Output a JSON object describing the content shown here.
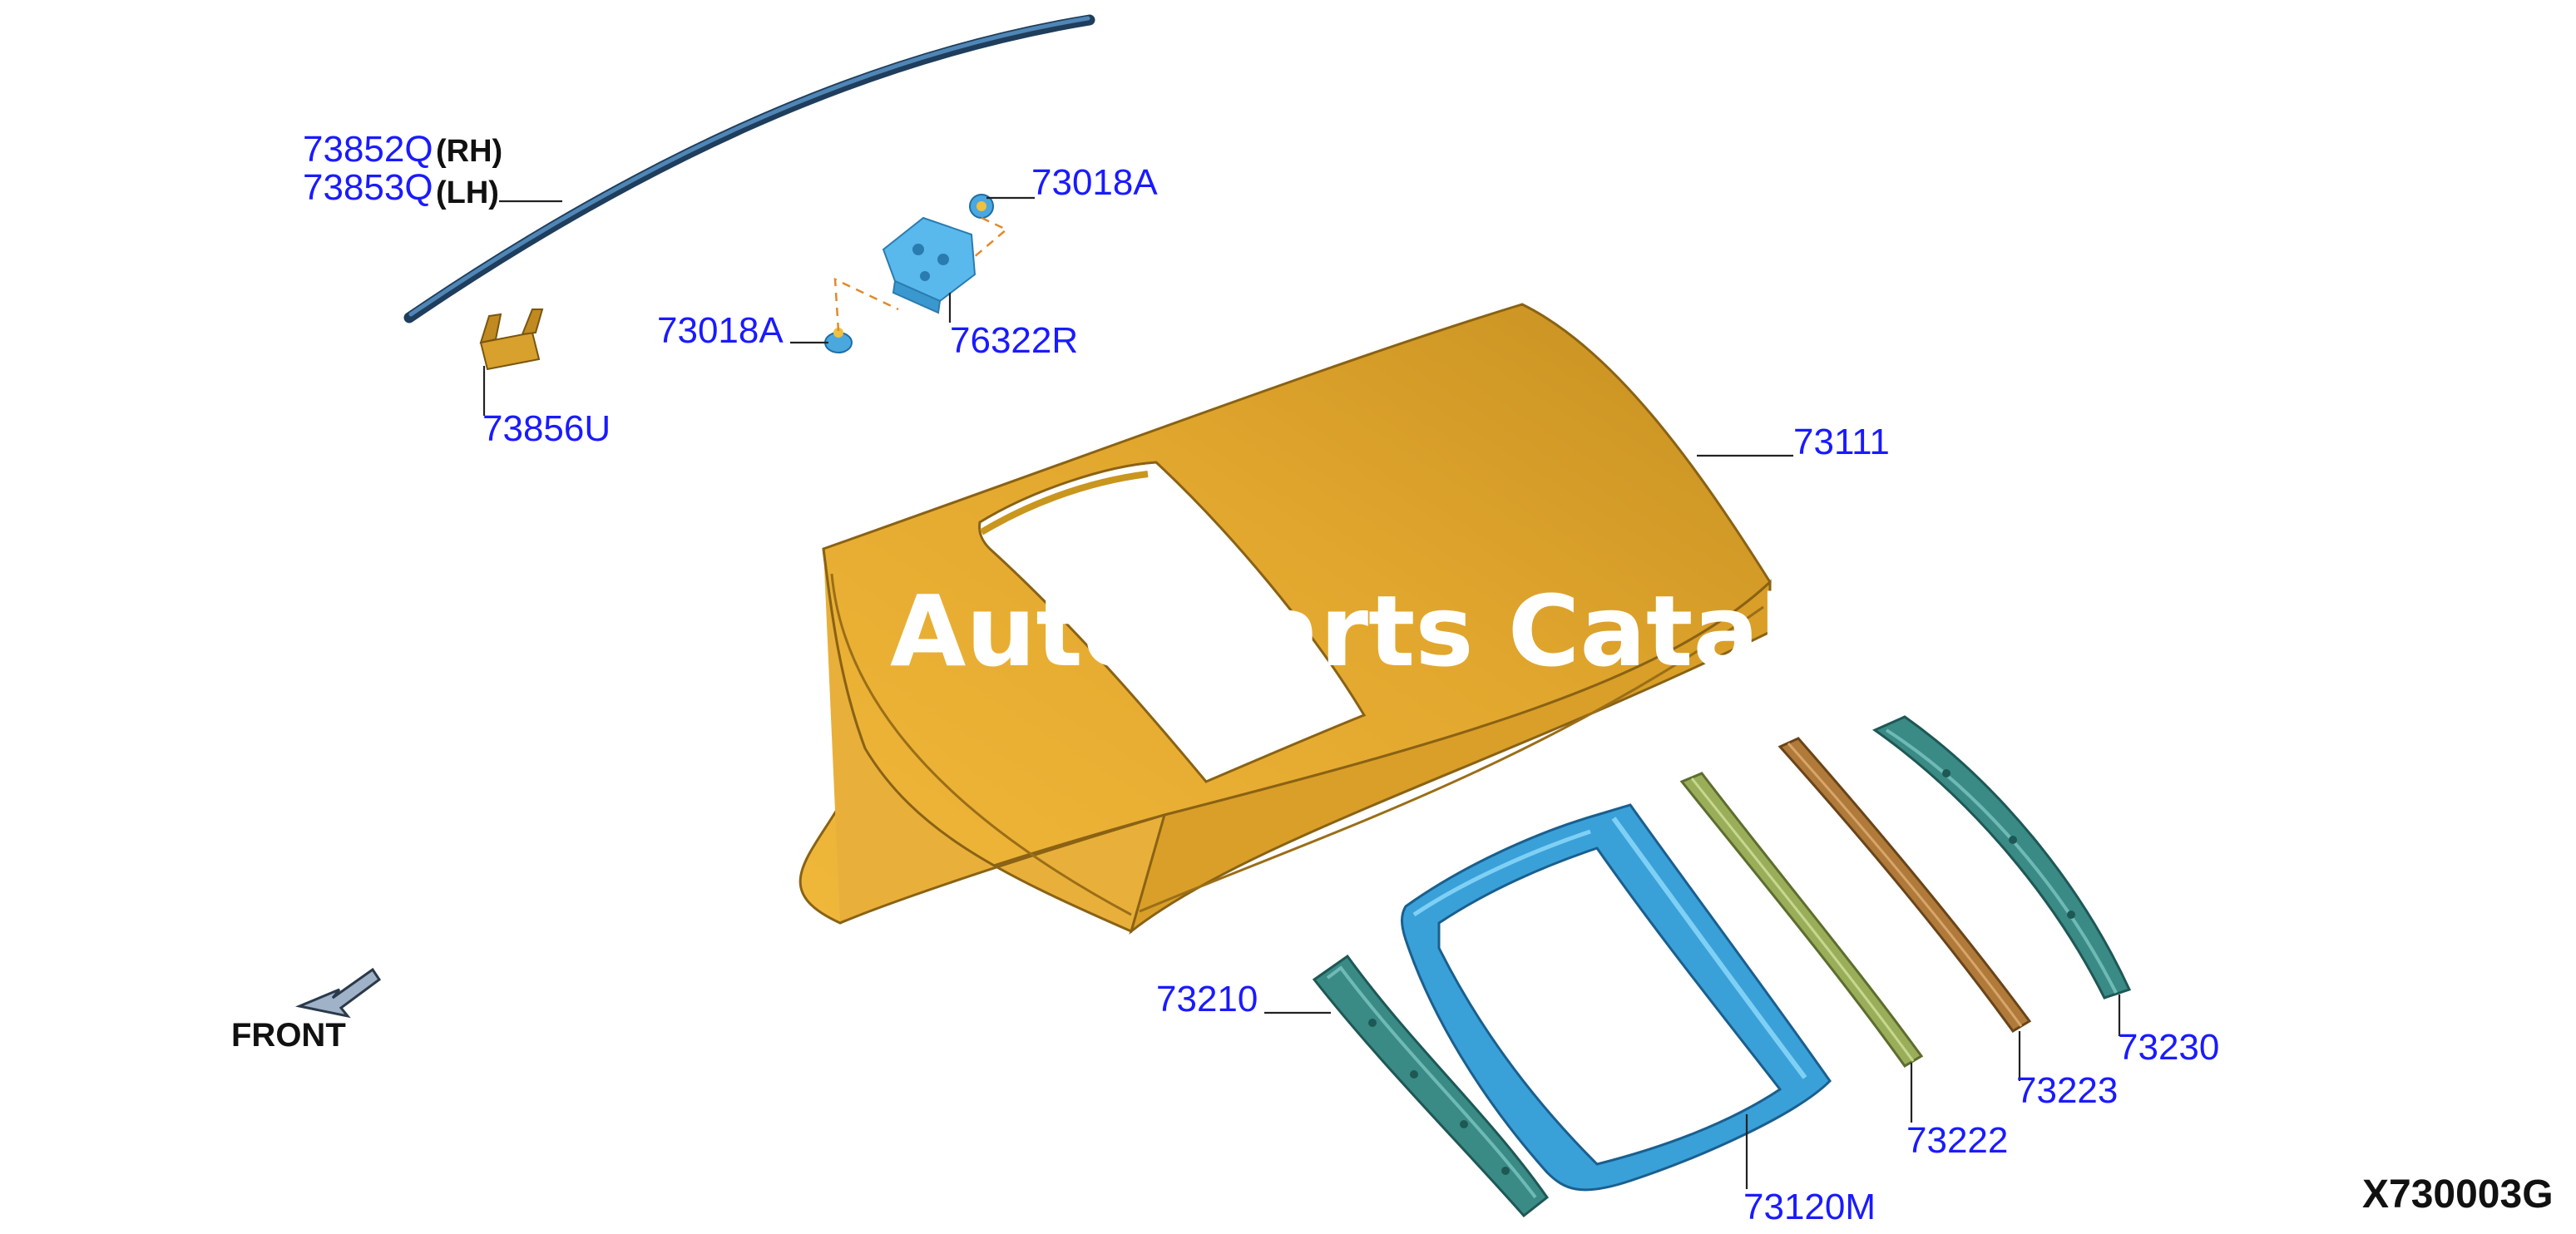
{
  "diagram_code": "X730003G",
  "watermark": "Auto Parts Catalog P",
  "front_label": "FRONT",
  "callouts": {
    "molding_rh": "73852Q",
    "molding_lh": "73853Q",
    "rh_suffix": "(RH)",
    "lh_suffix": "(LH)",
    "clip_upper": "73018A",
    "clip_lower": "73018A",
    "bracket": "76322R",
    "clip_small": "73856U",
    "roof_panel": "73111",
    "front_rail": "73210",
    "sunroof_frame": "73120M",
    "bow_1": "73222",
    "bow_2": "73223",
    "rear_rail": "73230"
  },
  "colors": {
    "roof_panel": "#e2a72e",
    "blue_parts": "#3aa0d8",
    "teal_parts": "#3a8a86",
    "olive_bow": "#9aae5a",
    "brown_bow": "#b07a3a",
    "callout_text": "#1a1aff"
  }
}
